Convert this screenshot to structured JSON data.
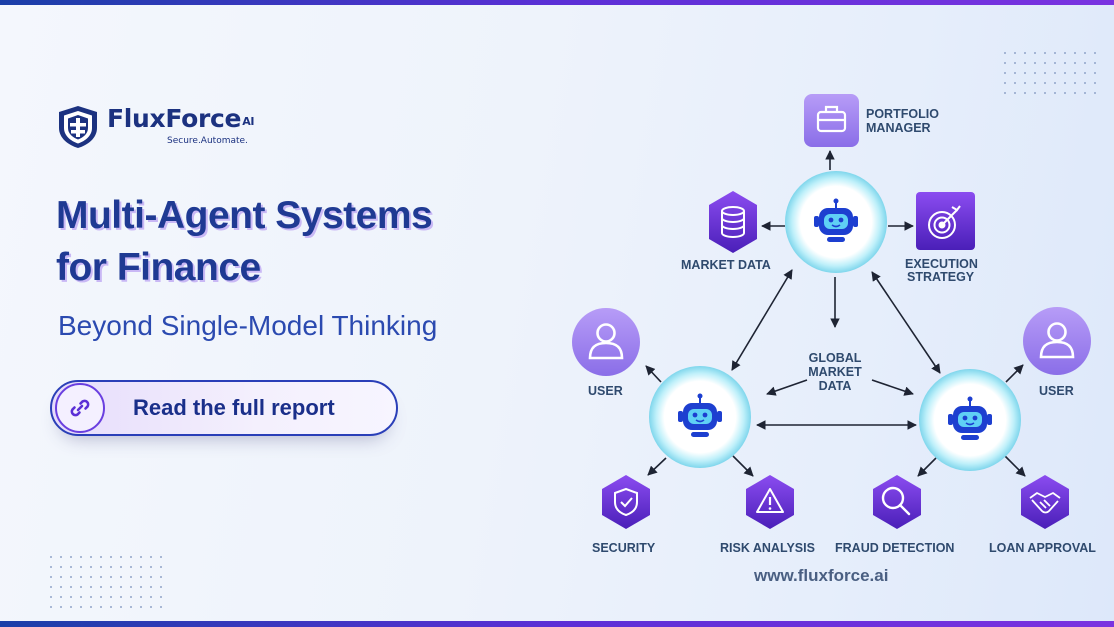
{
  "brand": {
    "name": "FluxForce",
    "suffix": "AI",
    "tagline": "Secure.Automate."
  },
  "headline": {
    "line1": "Multi-Agent Systems",
    "line2": "for Finance"
  },
  "subheadline": "Beyond Single-Model Thinking",
  "cta": {
    "label": "Read the full report",
    "icon": "link-icon"
  },
  "diagram": {
    "center_label": [
      "GLOBAL",
      "MARKET",
      "DATA"
    ],
    "agents": [
      "robot-icon",
      "robot-icon",
      "robot-icon"
    ],
    "nodes": {
      "portfolio_manager": [
        "PORTFOLIO",
        "MANAGER"
      ],
      "market_data": "MARKET DATA",
      "execution_strategy": [
        "EXECUTION",
        "STRATEGY"
      ],
      "user_left": "USER",
      "user_right": "USER",
      "security": "SECURITY",
      "risk_analysis": "RISK ANALYSIS",
      "fraud_detection": "FRAUD DETECTION",
      "loan_approval": "LOAN APPROVAL"
    },
    "icons": {
      "portfolio_manager": "briefcase-icon",
      "market_data": "database-icon",
      "execution_strategy": "target-icon",
      "user": "user-icon",
      "security": "shield-check-icon",
      "risk_analysis": "warning-icon",
      "fraud_detection": "magnifier-icon",
      "loan_approval": "handshake-icon"
    },
    "colors": {
      "agent_ring": "#93e0f0",
      "node_purple": "#7c3aed",
      "node_light": "#a78bfa",
      "arrow": "#1e2433"
    }
  },
  "website": "www.fluxforce.ai"
}
